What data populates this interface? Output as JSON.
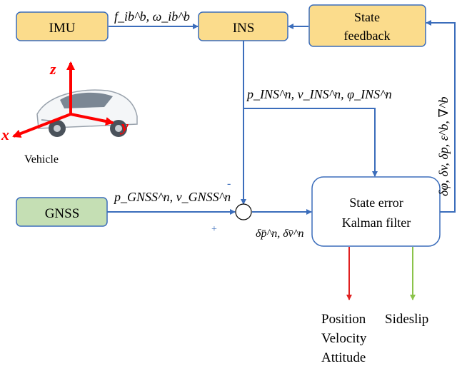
{
  "blocks": {
    "imu": "IMU",
    "ins": "INS",
    "state_feedback": [
      "State",
      "feedback"
    ],
    "gnss": "GNSS",
    "kalman": [
      "State error",
      "Kalman filter"
    ]
  },
  "signals": {
    "imu_to_ins": "f_ib^b, ω_ib^b",
    "ins_output": "p_INS^n, v_INS^n, φ_INS^n",
    "gnss_output": "p_GNSS^n, v_GNSS^n",
    "error": "δp̄^n, δv̄^n",
    "feedback": "δφ, δv, δp, ε^b, ∇^b"
  },
  "signs": {
    "minus": "-",
    "plus": "+"
  },
  "vehicle": {
    "label": "Vehicle",
    "axes": {
      "x": "x",
      "y": "y",
      "z": "z"
    }
  },
  "outputs": [
    "Position",
    "Sideslip",
    "Velocity",
    "Attitude"
  ],
  "colors": {
    "block_fill": "#fbdc8c",
    "gnss_fill": "#c5dfb4",
    "kalman_fill": "#ffffff",
    "line": "#3b6dbb",
    "axis_red": "#ff0000",
    "out_red": "#e02020",
    "out_green": "#8bc34a",
    "car": "#9aa3ad"
  }
}
